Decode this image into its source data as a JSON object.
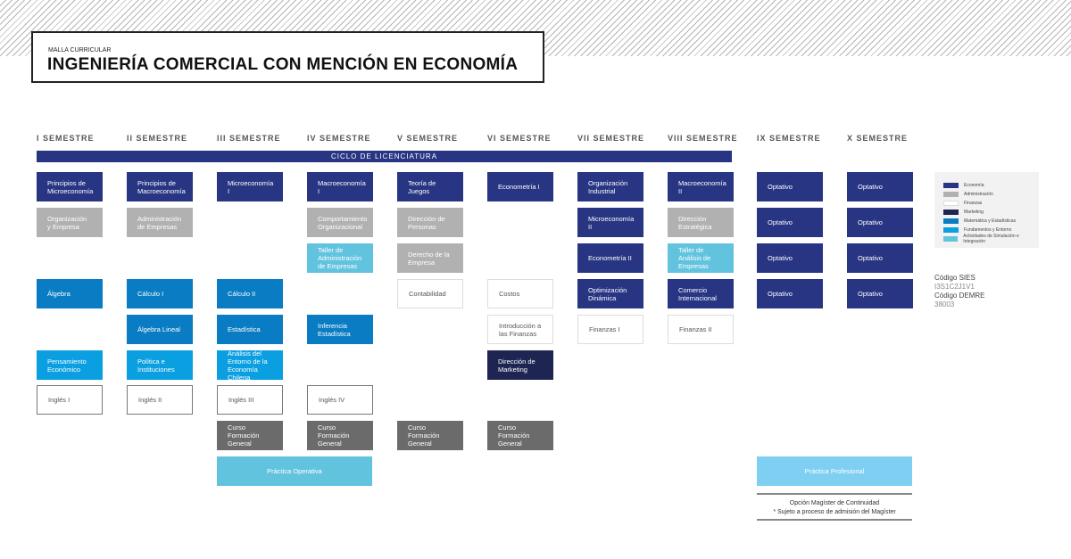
{
  "header": {
    "subtitle": "MALLA CURRICULAR",
    "title": "INGENIERÍA COMERCIAL CON MENCIÓN EN ECONOMÍA"
  },
  "semesters": [
    "I SEMESTRE",
    "II SEMESTRE",
    "III SEMESTRE",
    "IV SEMESTRE",
    "V SEMESTRE",
    "VI SEMESTRE",
    "VII SEMESTRE",
    "VIII SEMESTRE",
    "IX SEMESTRE",
    "X SEMESTRE"
  ],
  "cycle": "CICLO DE LICENCIATURA",
  "courses": [
    [
      [
        "Principios de Microeconomía",
        "eco"
      ],
      [
        "Organización y Empresa",
        "adm"
      ],
      [
        "Álgebra",
        "mat"
      ],
      [
        "Pensamiento Económico",
        "fund"
      ],
      [
        "Inglés I",
        "eng"
      ]
    ],
    [
      [
        "Principios de Macroeconomía",
        "eco"
      ],
      [
        "Administración de Empresas",
        "adm"
      ],
      [
        "Cálculo I",
        "mat"
      ],
      [
        "Álgebra Lineal",
        "mat"
      ],
      [
        "Política e Instituciones",
        "fund"
      ],
      [
        "Inglés II",
        "eng"
      ]
    ],
    [
      [
        "Microeconomía I",
        "eco"
      ],
      [
        "Cálculo II",
        "mat"
      ],
      [
        "Estadística",
        "mat"
      ],
      [
        "Análisis del Entorno de la Economía Chilena",
        "fund"
      ],
      [
        "Inglés III",
        "eng"
      ],
      [
        "Curso Formación General",
        "fg"
      ]
    ],
    [
      [
        "Macroeconomía I",
        "eco"
      ],
      [
        "Comportamiento Organizacional",
        "adm"
      ],
      [
        "Taller de Administración de Empresas",
        "sim"
      ],
      [
        "Inferencia Estadística",
        "mat"
      ],
      [
        "Inglés IV",
        "eng"
      ],
      [
        "Curso Formación General",
        "fg"
      ]
    ],
    [
      [
        "Teoría de Juegos",
        "eco"
      ],
      [
        "Dirección de Personas",
        "adm"
      ],
      [
        "Derecho de la Empresa",
        "adm"
      ],
      [
        "Contabilidad",
        "fin"
      ],
      [
        "Curso Formación General",
        "fg"
      ]
    ],
    [
      [
        "Econometría I",
        "eco"
      ],
      [
        "Costos",
        "fin"
      ],
      [
        "Introducción a las Finanzas",
        "fin"
      ],
      [
        "Dirección de Marketing",
        "mkt"
      ],
      [
        "Curso Formación General",
        "fg"
      ]
    ],
    [
      [
        "Organización Industrial",
        "eco"
      ],
      [
        "Microeconomía II",
        "eco"
      ],
      [
        "Econometría II",
        "eco"
      ],
      [
        "Optimización Dinámica",
        "eco"
      ],
      [
        "Finanzas I",
        "fin"
      ]
    ],
    [
      [
        "Macroeconomía II",
        "eco"
      ],
      [
        "Dirección Estratégica",
        "adm"
      ],
      [
        "Taller de Análisis de Empresas",
        "sim"
      ],
      [
        "Comercio Internacional",
        "eco"
      ],
      [
        "Finanzas II",
        "fin"
      ]
    ],
    [
      [
        "Optativo",
        "eco"
      ],
      [
        "Optativo",
        "eco"
      ],
      [
        "Optativo",
        "eco"
      ],
      [
        "Optativo",
        "eco"
      ]
    ],
    [
      [
        "Optativo",
        "eco"
      ],
      [
        "Optativo",
        "eco"
      ],
      [
        "Optativo",
        "eco"
      ],
      [
        "Optativo",
        "eco"
      ]
    ]
  ],
  "practica_operativa": "Práctica Operativa",
  "practica_profesional": "Práctica Profesional",
  "magister": {
    "line1": "Opción Magíster de Continuidad",
    "line2": "* Sujeto a proceso de admisión del Magíster"
  },
  "legend": [
    {
      "label": "Economía",
      "color": "#283583"
    },
    {
      "label": "Administración",
      "color": "#b1b1b1"
    },
    {
      "label": "Finanzas",
      "color": "#ffffff"
    },
    {
      "label": "Marketing",
      "color": "#1f2552"
    },
    {
      "label": "Matemática y Estadísticas",
      "color": "#0a7cc4"
    },
    {
      "label": "Fundamentos y Entorno",
      "color": "#0a9fe0"
    },
    {
      "label": "Actividades de Simulación e Integración",
      "color": "#62c3df"
    }
  ],
  "codes": {
    "sies_label": "Código SIES",
    "sies": "I3S1C2J1V1",
    "demre_label": "Código DEMRE",
    "demre": "38003"
  }
}
